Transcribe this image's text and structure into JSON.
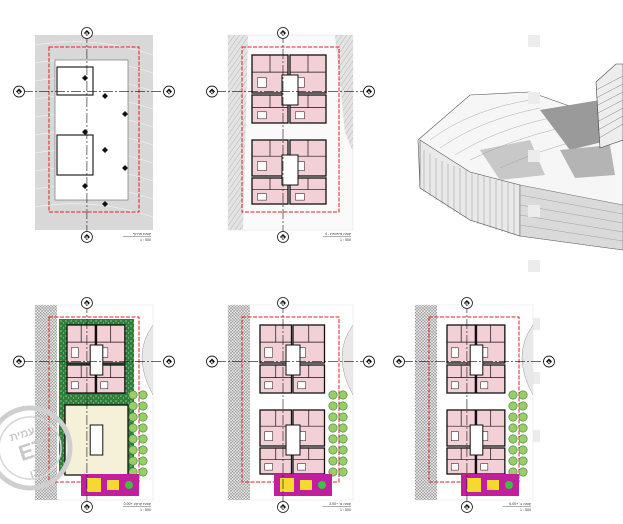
{
  "sheet": {
    "plans": [
      {
        "id": "p1",
        "caption": "קומת מרתף",
        "scale": "1 : 500",
        "variant": "site"
      },
      {
        "id": "p2",
        "caption": "קומה טיפוסית - 4",
        "scale": "1 : 500",
        "variant": "typical"
      },
      {
        "id": "p3",
        "caption": "קומת קרקע +0.00",
        "scale": "1 : 500",
        "variant": "ground"
      },
      {
        "id": "p4",
        "caption": "קומה א' +3.00",
        "scale": "1 : 500",
        "variant": "first"
      },
      {
        "id": "p5",
        "caption": "קומה ב' +6.00",
        "scale": "1 : 500",
        "variant": "second"
      }
    ],
    "axis_labels": {
      "top": "B",
      "bottom": "B",
      "left": "A",
      "right": "A"
    },
    "stamp": {
      "lines": [
        "עמית",
        "ET",
        "חנן"
      ]
    },
    "badges": [
      "▦",
      "▦",
      "▦",
      "▦",
      "▦",
      "▦",
      "▦",
      "▦"
    ],
    "colors": {
      "apartment": "#f3cfd6",
      "wall": "#111111",
      "redline": "#e02020",
      "terrain": "#cfcfcf",
      "green": "#2f7f3a",
      "tree": "#9ccc65",
      "magenta": "#c21f9f",
      "yellow": "#f5d92e",
      "cream": "#f5f0d8"
    }
  }
}
